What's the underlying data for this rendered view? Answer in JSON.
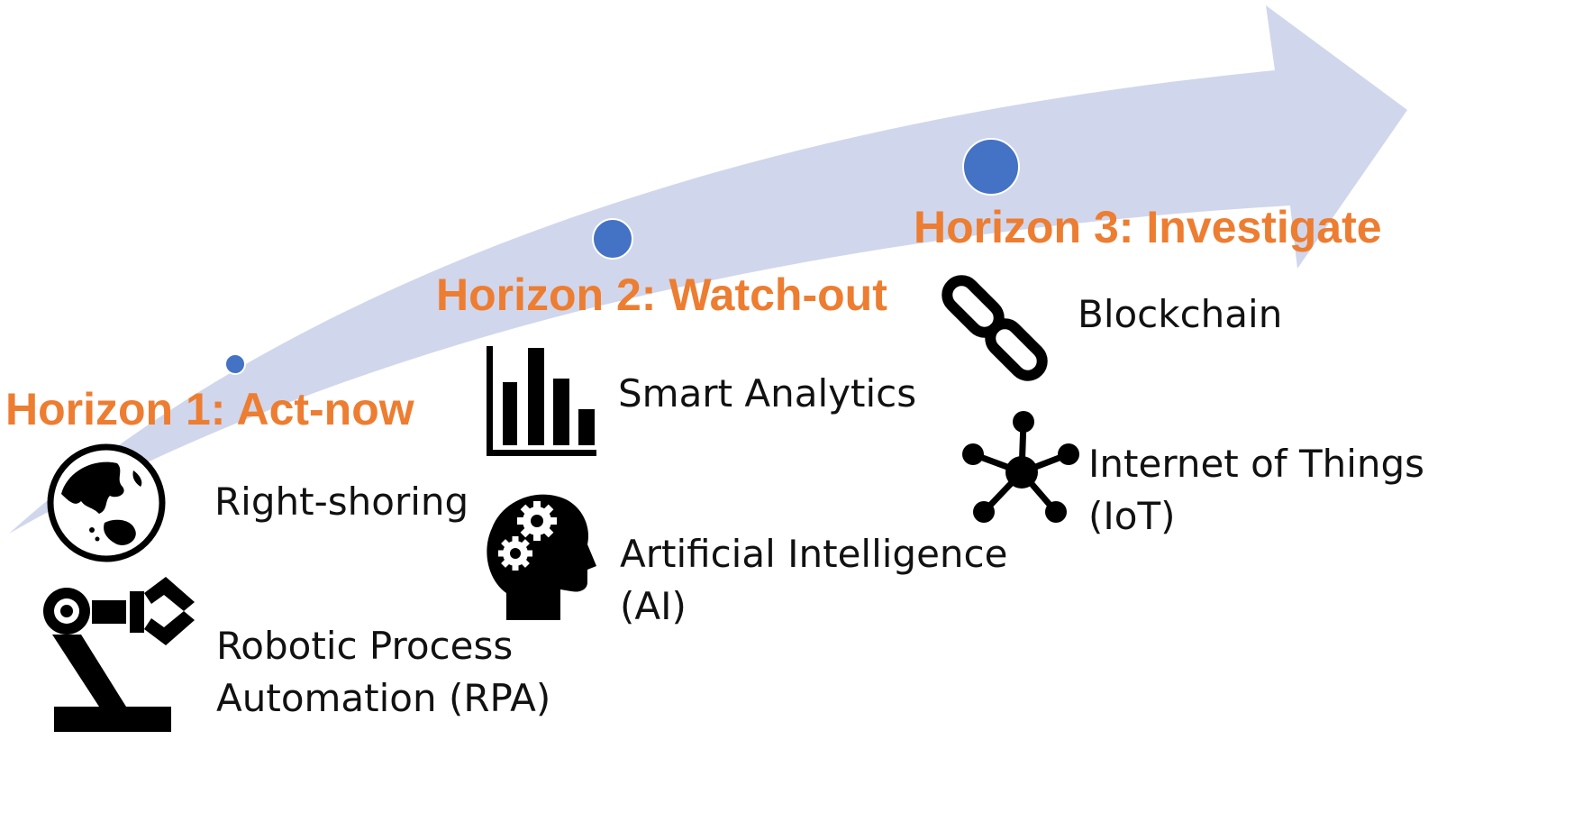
{
  "horizons": [
    {
      "title": "Horizon 1: Act-now",
      "items": [
        {
          "icon": "globe-icon",
          "lines": [
            "Right-shoring"
          ]
        },
        {
          "icon": "robot-arm-icon",
          "lines": [
            "Robotic Process",
            "Automation (RPA)"
          ]
        }
      ]
    },
    {
      "title": "Horizon 2: Watch-out",
      "items": [
        {
          "icon": "bar-chart-icon",
          "lines": [
            "Smart Analytics"
          ]
        },
        {
          "icon": "head-gears-icon",
          "lines": [
            "Artificial Intelligence",
            "(AI)"
          ]
        }
      ]
    },
    {
      "title": "Horizon 3: Investigate",
      "items": [
        {
          "icon": "chain-link-icon",
          "lines": [
            "Blockchain"
          ]
        },
        {
          "icon": "network-hub-icon",
          "lines": [
            "Internet of Things",
            "(IoT)"
          ]
        }
      ]
    }
  ],
  "colors": {
    "heading": "#ED7D31",
    "arrow": "#D0D6EC",
    "marker": "#4472C4",
    "text": "#111111",
    "icon": "#000000"
  }
}
